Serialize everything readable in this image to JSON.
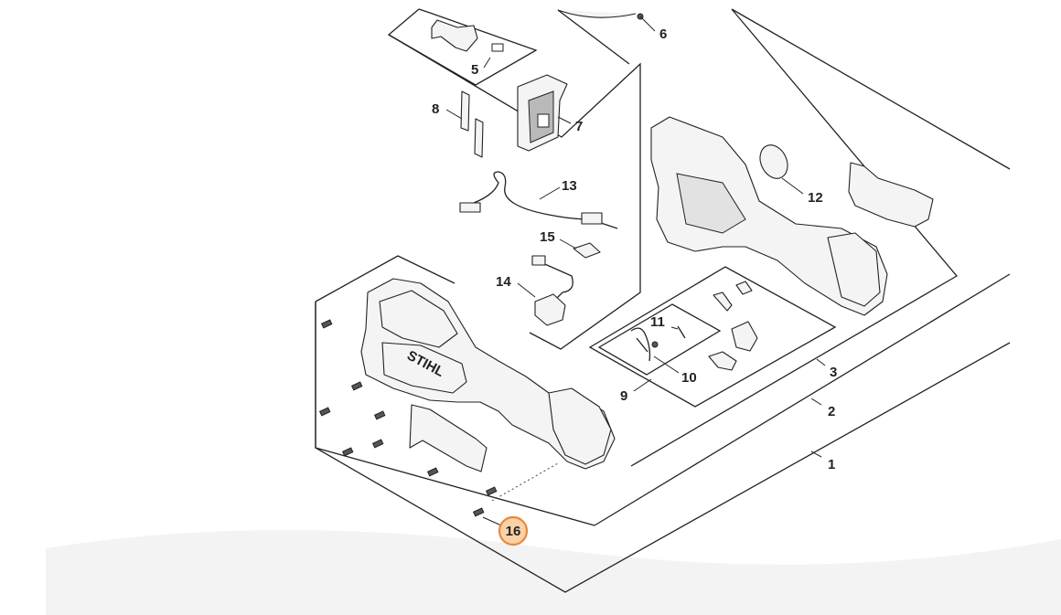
{
  "diagram": {
    "highlight_color": "#e8893a",
    "callouts": {
      "c1": "1",
      "c2": "2",
      "c3": "3",
      "c5": "5",
      "c6": "6",
      "c7": "7",
      "c8": "8",
      "c9": "9",
      "c10": "10",
      "c11": "11",
      "c12": "12",
      "c13": "13",
      "c14": "14",
      "c15": "15",
      "c16": "16"
    },
    "brand_text": "STIHL"
  }
}
